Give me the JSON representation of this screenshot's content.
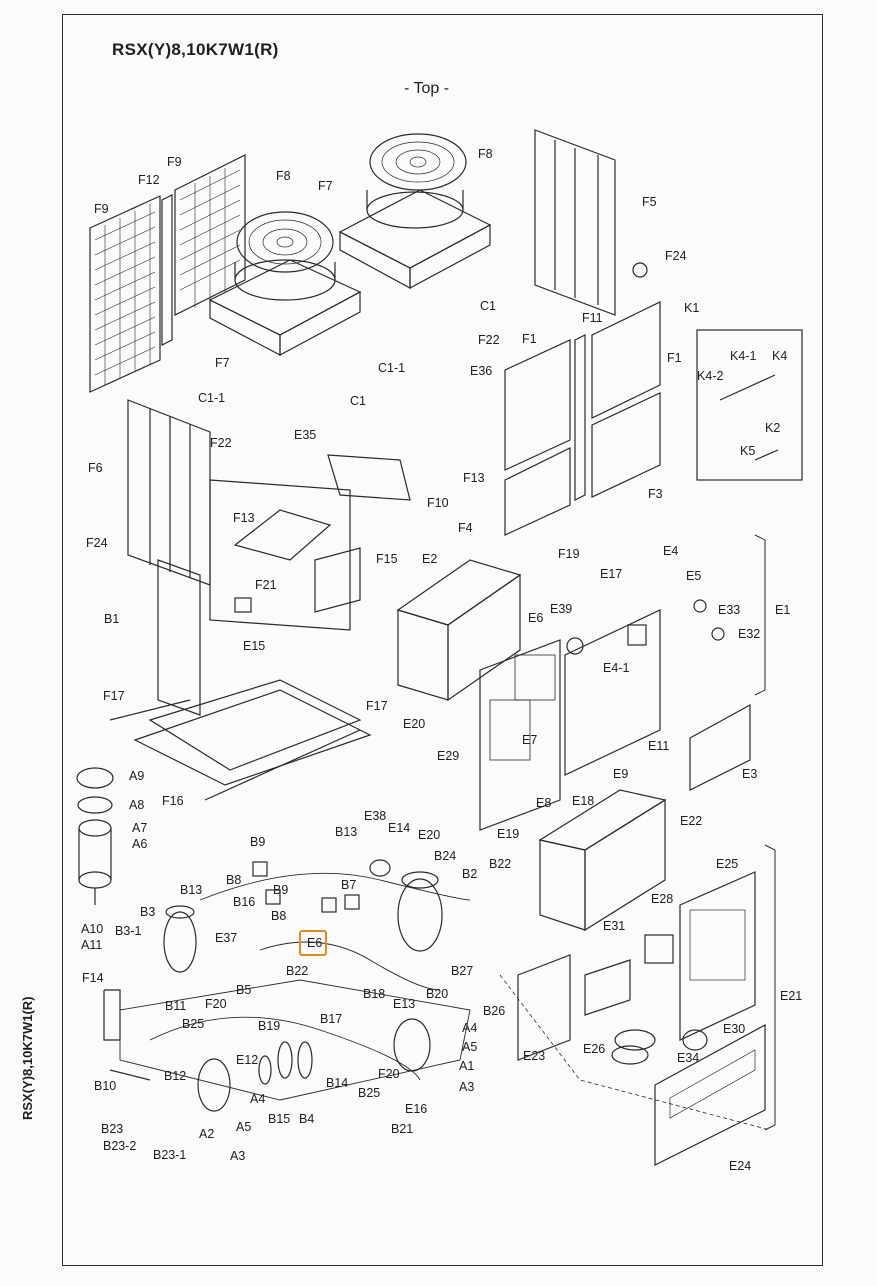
{
  "header": {
    "model": "RSX(Y)8,10K7W1(R)",
    "view": "- Top -",
    "side_label": "RSX(Y)8,10K7W1(R)"
  },
  "highlight": {
    "label": "E6",
    "color": "#d98a2b"
  },
  "labels": [
    "F9",
    "F12",
    "F9",
    "F8",
    "F7",
    "F8",
    "F5",
    "F24",
    "F7",
    "C1",
    "F22",
    "C1-1",
    "E36",
    "F1",
    "F11",
    "K1",
    "F1",
    "K4-1",
    "K4",
    "K4-2",
    "K2",
    "K5",
    "F6",
    "C1-1",
    "C1",
    "F22",
    "E35",
    "F13",
    "F10",
    "F4",
    "F3",
    "F19",
    "F24",
    "F13",
    "F15",
    "F21",
    "E2",
    "B1",
    "E15",
    "E17",
    "E4",
    "E5",
    "E39",
    "E33",
    "E1",
    "E6",
    "E32",
    "E4-1",
    "F17",
    "F17",
    "E20",
    "E29",
    "E7",
    "E11",
    "E3",
    "E9",
    "E8",
    "E18",
    "A9",
    "A8",
    "A7",
    "A6",
    "F16",
    "E19",
    "E22",
    "E38",
    "B13",
    "E14",
    "E20",
    "B9",
    "B24",
    "B22",
    "B8",
    "B7",
    "B2",
    "B13",
    "B9",
    "E25",
    "A10",
    "A11",
    "B16",
    "B3",
    "B8",
    "B3-1",
    "E37",
    "E28",
    "E31",
    "B5",
    "B22",
    "B20",
    "B27",
    "F14",
    "F20",
    "B11",
    "B18",
    "E13",
    "B25",
    "B19",
    "B17",
    "B26",
    "E21",
    "A4",
    "A5",
    "E26",
    "E30",
    "E12",
    "E34",
    "B12",
    "B10",
    "F20",
    "A1",
    "B14",
    "A4",
    "B15",
    "B4",
    "B25",
    "A3",
    "E16",
    "E23",
    "B23",
    "A2",
    "A5",
    "B23-2",
    "B21",
    "B23-1",
    "A3",
    "E24"
  ]
}
